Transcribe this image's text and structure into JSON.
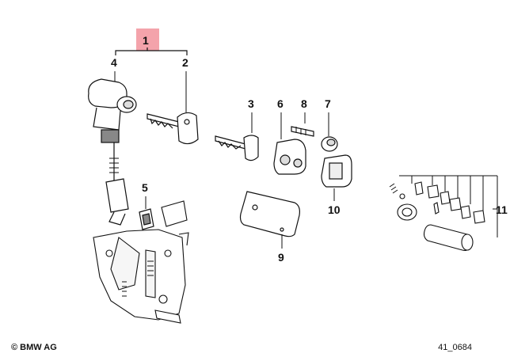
{
  "highlight_color": "#f4a3ab",
  "callouts": {
    "c1": "1",
    "c2": "2",
    "c3": "3",
    "c4": "4",
    "c5": "5",
    "c6": "6",
    "c7": "7",
    "c8": "8",
    "c9": "9",
    "c10": "10",
    "c11": "11"
  },
  "footer": {
    "brand": "© BMW AG",
    "figure_number": "41_0684"
  },
  "parts": [
    {
      "callout": "1",
      "icon": "lock-set-group"
    },
    {
      "callout": "2",
      "icon": "key-icon"
    },
    {
      "callout": "3",
      "icon": "key-icon"
    },
    {
      "callout": "4",
      "icon": "lock-cylinder-icon"
    },
    {
      "callout": "5",
      "icon": "clip-icon"
    },
    {
      "callout": "6",
      "icon": "lock-cylinder-housing-icon"
    },
    {
      "callout": "7",
      "icon": "cap-icon"
    },
    {
      "callout": "8",
      "icon": "pin-icon"
    },
    {
      "callout": "9",
      "icon": "cover-plate-icon"
    },
    {
      "callout": "10",
      "icon": "cylinder-housing-icon"
    },
    {
      "callout": "11",
      "icon": "repair-kit-icon"
    }
  ]
}
